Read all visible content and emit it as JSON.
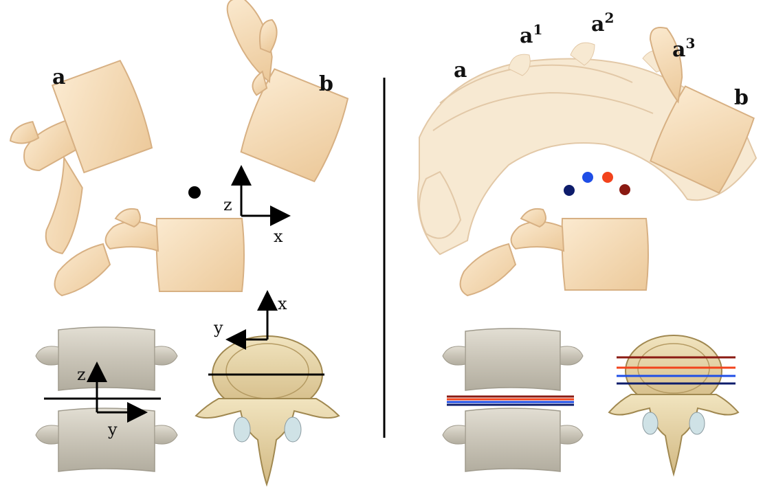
{
  "left_panel": {
    "labels": {
      "a": "a",
      "b": "b"
    },
    "axes_sagittal": {
      "vertical": "z",
      "horizontal": "x"
    },
    "axes_coronal": {
      "vertical": "z",
      "horizontal": "y"
    },
    "axes_axial": {
      "vertical": "x",
      "horizontal": "y"
    }
  },
  "right_panel": {
    "labels": {
      "a": "a",
      "a1": "a",
      "a1_sup": "1",
      "a2": "a",
      "a2_sup": "2",
      "a3": "a",
      "a3_sup": "3",
      "b": "b"
    }
  },
  "colors": {
    "bone_sagittal": "#f3dcb8",
    "bone_edge": "#d7b083",
    "bone_grey": "#cfcbbf",
    "bone_axial": "#e9d9a8",
    "dot_black": "#000000",
    "dot_navy": "#0d1c6b",
    "dot_blue": "#1f4ee6",
    "dot_red": "#f2431c",
    "dot_darkred": "#8a1a12"
  }
}
